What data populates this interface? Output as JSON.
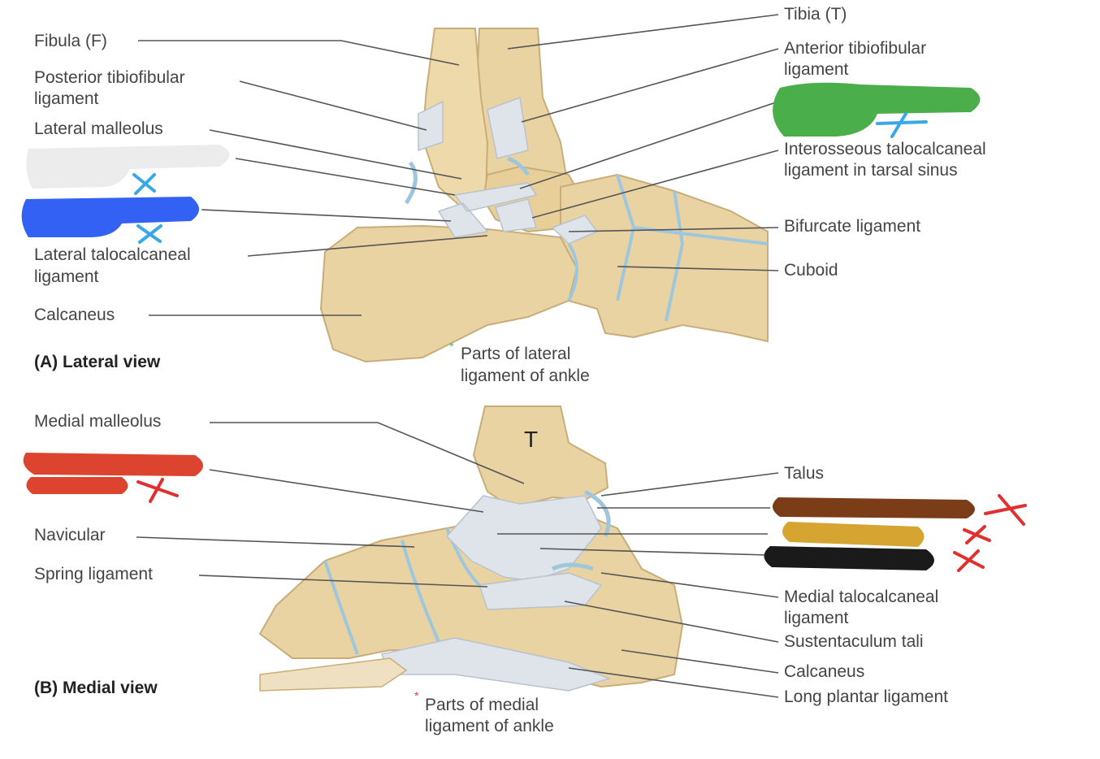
{
  "lateral": {
    "panel_label": "(A) Lateral view",
    "fibula": "Fibula (F)",
    "posterior_tibiofibular": [
      "Posterior tibiofibular",
      "ligament"
    ],
    "lateral_malleolus": "Lateral malleolus",
    "lateral_talocalcaneal": [
      "Lateral talocalcaneal",
      "ligament"
    ],
    "calcaneus": "Calcaneus",
    "tibia": "Tibia (T)",
    "anterior_tibiofibular": [
      "Anterior tibiofibular",
      "ligament"
    ],
    "interosseous": [
      "Interosseous talocalcaneal",
      "ligament in tarsal sinus"
    ],
    "bifurcate": "Bifurcate ligament",
    "cuboid": "Cuboid",
    "footnote": [
      "Parts of lateral",
      "ligament of ankle"
    ]
  },
  "medial": {
    "panel_label": "(B) Medial view",
    "medial_malleolus": "Medial malleolus",
    "navicular": "Navicular",
    "spring_ligament": "Spring ligament",
    "tibia_letter": "T",
    "talus": "Talus",
    "medial_talocalcaneal": [
      "Medial talocalcaneal",
      "ligament"
    ],
    "sustentaculum": "Sustentaculum tali",
    "calcaneus": "Calcaneus",
    "long_plantar": "Long plantar ligament",
    "footnote": [
      "Parts of medial",
      "ligament of ankle"
    ]
  },
  "markup_colors": {
    "hidden_label_gray": "#ececec",
    "hidden_label_blue": "#3361f4",
    "hidden_label_green": "#4aae4a",
    "hidden_label_red": "#dd4430",
    "hidden_label_brown": "#7a3d17",
    "hidden_label_gold": "#d6a431",
    "hidden_label_black": "#1a1a1a",
    "mark_blue": "#3aa7e6",
    "mark_red": "#e03030",
    "bone": "#ead3a2",
    "ligament": "#dfe4ea",
    "cartilage": "#9ec7dd"
  }
}
